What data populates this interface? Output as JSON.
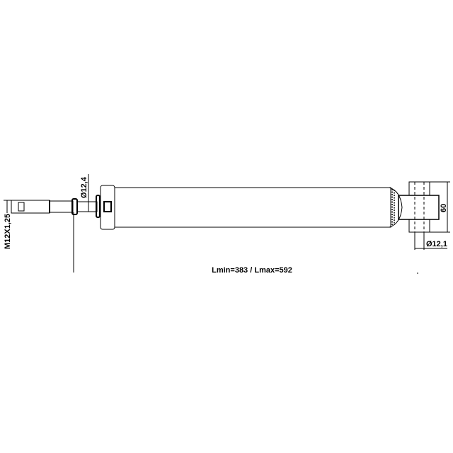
{
  "drawing": {
    "title": "Shock absorber dimension drawing",
    "dimensions": {
      "thread": "M12X1,25",
      "rod_diameter": "Ø12,4",
      "eye_width": "60",
      "eye_bore": "Ø12,1",
      "length": "Lmin=383 / Lmax=592"
    },
    "colors": {
      "line": "#000000",
      "background": "#ffffff"
    }
  }
}
